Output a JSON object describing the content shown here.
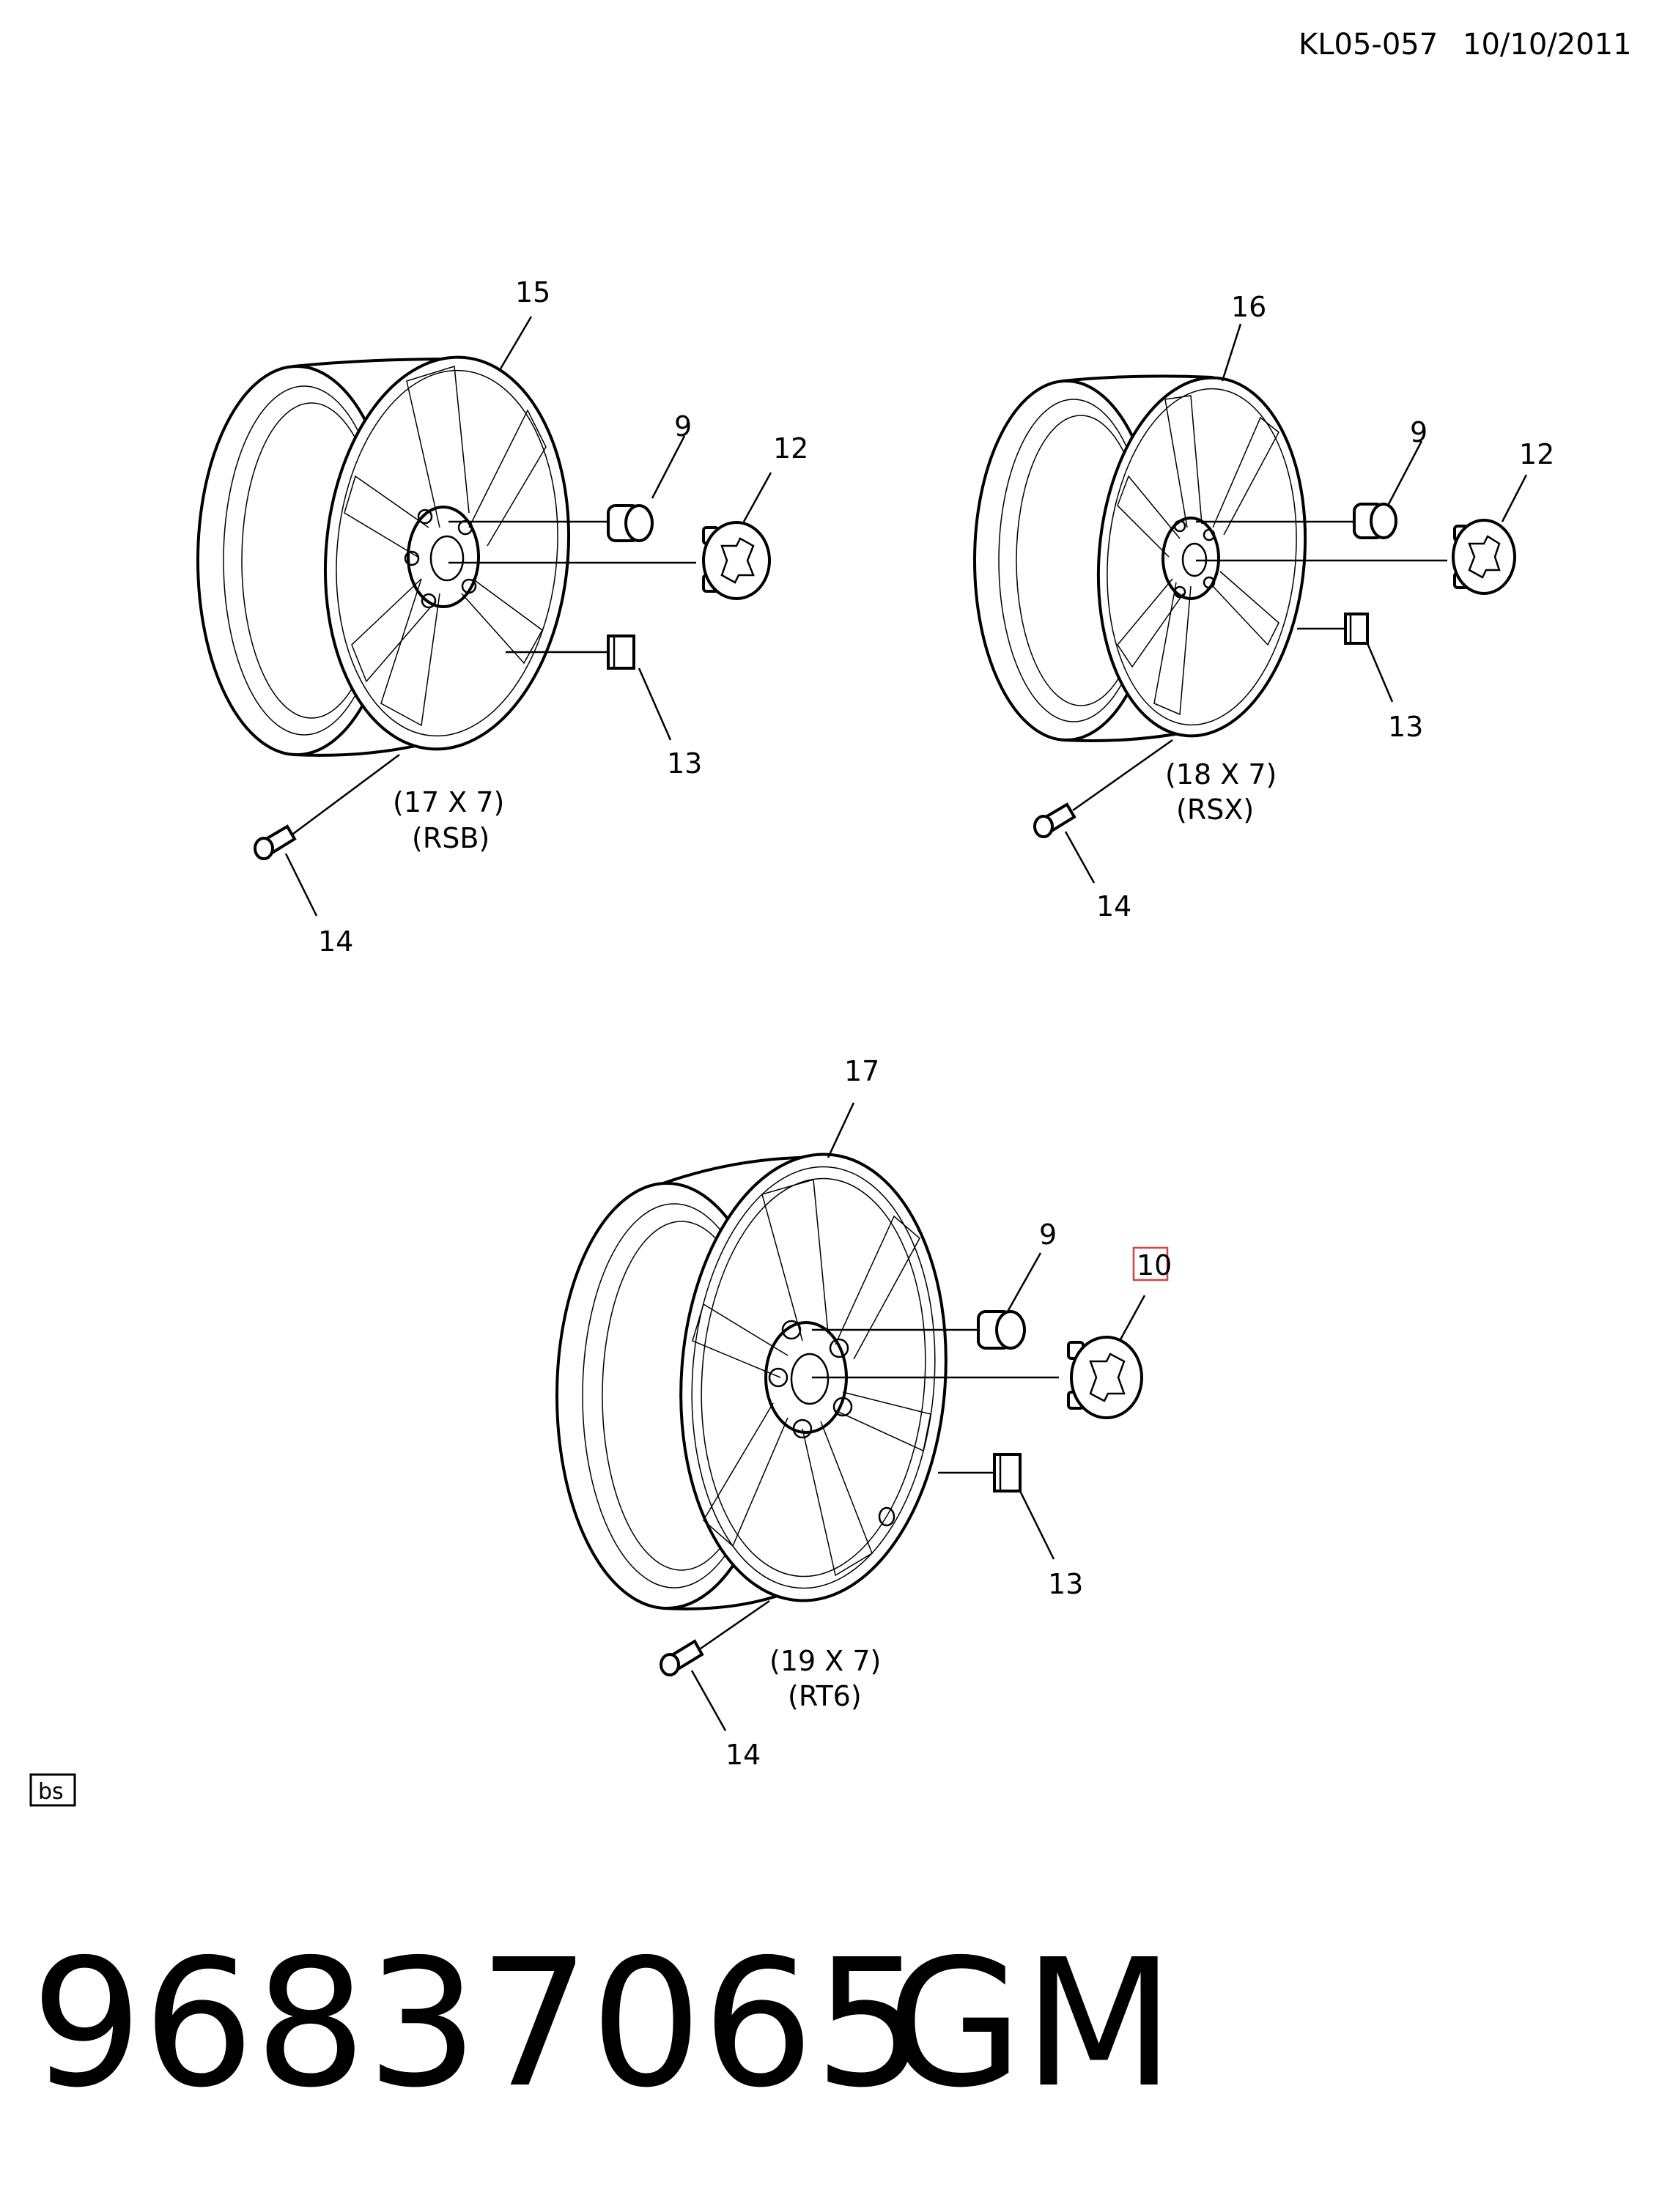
{
  "header": {
    "doc_ref": "KL05-057",
    "date": "10/10/2011"
  },
  "callouts": {
    "wheel_17x7": "15",
    "wheel_18x7": "16",
    "wheel_19x7": "17",
    "nut": "9",
    "cap_a": "12",
    "cap_b": "10",
    "weight": "13",
    "valve": "14"
  },
  "sizes": {
    "rsb_size": "(17 X 7)",
    "rsb_code": "(RSB)",
    "rsx_size": "(18 X 7)",
    "rsx_code": "(RSX)",
    "rt6_size": "(19 X 7)",
    "rt6_code": "(RT6)"
  },
  "stamp": "bs",
  "footer": {
    "part_number": "96837065",
    "brand": "GM"
  },
  "colors": {
    "highlight_box": "#d94040",
    "ink": "#000000"
  }
}
